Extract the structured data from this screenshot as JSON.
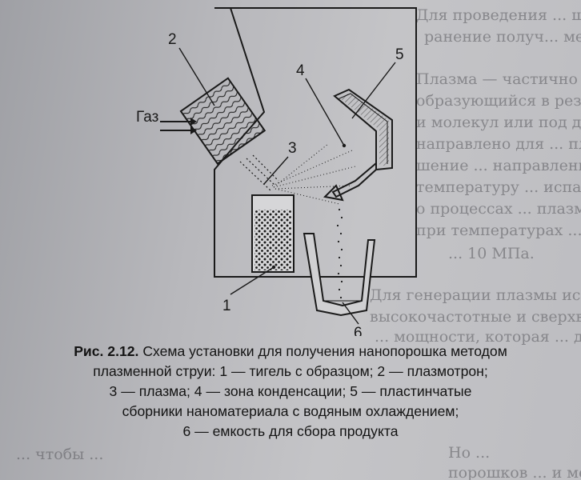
{
  "background_text": [
    "Для проведения ... широкое распро-",
    "ранение получ... методы.",
    "Плазма — частично или полностью ионизированный газ,",
    "образующийся в результате теплового движения атомов",
    "и молекул или под действием ... ",
    "направлено для ... плазму. Умень-",
    "шение ... направленной ... или силовых",
    "температуру ... испарения ... процессов ...",
    "о процессах ... плазму, позволяет",
    "при температурах ... ... в диапазоне",
    "... 10 МПа.",
    "Для генерации плазмы используются электродуговые,",
    "высокочастотные и сверхвысокочастотные плазмотроны",
    "... мощности, которая ... до ...",
    "... чтобы ... ",
    "Но ...",
    "порошков ... и методы ..."
  ],
  "figure": {
    "gas_label": "Газ",
    "labels": {
      "n1": "1",
      "n2": "2",
      "n3": "3",
      "n4": "4",
      "n5": "5",
      "n6": "6"
    }
  },
  "caption": {
    "figure_id": "Рис. 2.12.",
    "line1": "Схема установки для получения нанопорошка методом",
    "line2": "плазменной струи: 1 — тигель с образцом; 2 — плазмотрон;",
    "line3": "3 — плазма; 4 — зона конденсации; 5 — пластинчатые",
    "line4": "сборники наноматериала с водяным охлаждением;",
    "line5": "6 — емкость для сбора продукта"
  },
  "colors": {
    "ink": "#1a1a1a",
    "paper": "#c4c4c7",
    "faded_text": "#59595e"
  }
}
